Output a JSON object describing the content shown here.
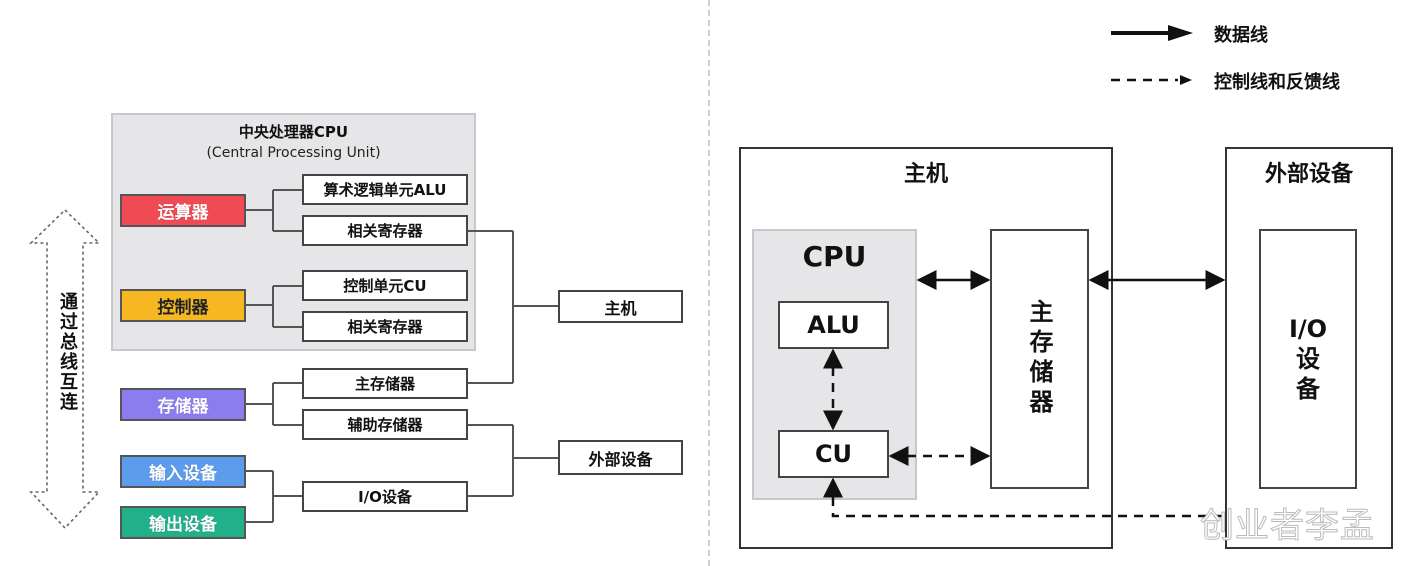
{
  "left": {
    "cpu_group": {
      "title": "中央处理器CPU",
      "subtitle": "(Central Processing Unit)"
    },
    "bus_label": "通过总线互连",
    "components": [
      {
        "id": "alu_unit",
        "label": "运算器",
        "color": "#f04a54"
      },
      {
        "id": "control_unit",
        "label": "控制器",
        "color": "#f5b823"
      },
      {
        "id": "memory",
        "label": "存储器",
        "color": "#8b7cf0"
      },
      {
        "id": "input",
        "label": "输入设备",
        "color": "#5b9ced"
      },
      {
        "id": "output",
        "label": "输出设备",
        "color": "#21b08a"
      }
    ],
    "subparts": {
      "alu": "算术逻辑单元ALU",
      "alu_reg": "相关寄存器",
      "cu": "控制单元CU",
      "cu_reg": "相关寄存器",
      "main_mem": "主存储器",
      "aux_mem": "辅助存储器",
      "io": "I/O设备"
    },
    "categories": {
      "host": "主机",
      "external": "外部设备"
    }
  },
  "legend": {
    "data_line": "数据线",
    "control_line": "控制线和反馈线"
  },
  "right": {
    "host_title": "主机",
    "cpu_title": "CPU",
    "alu": "ALU",
    "cu": "CU",
    "main_memory": "主存储器",
    "external_title": "外部设备",
    "io_device": "I/O设备"
  },
  "watermark": "创业者李孟"
}
